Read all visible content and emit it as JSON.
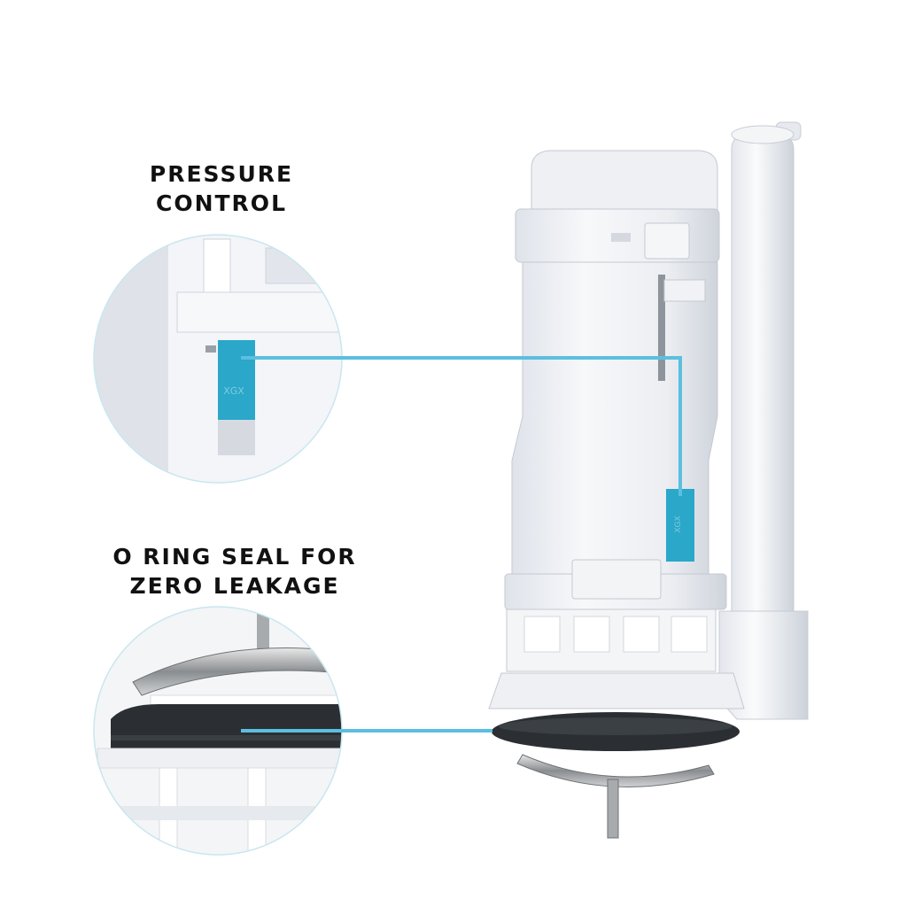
{
  "callouts": [
    {
      "id": "pressure-control",
      "lines": [
        "PRESSURE",
        "CONTROL"
      ]
    },
    {
      "id": "o-ring-seal",
      "lines": [
        "O RING SEAL FOR",
        "ZERO LEAKAGE"
      ]
    }
  ],
  "colors": {
    "leader_line": "#5bbfe0",
    "pressure_tab": "#2aa7c9",
    "o_ring": "#2b2f33",
    "plastic": "#eef0f4",
    "circle_border": "#c9e6ef"
  },
  "product": {
    "tab_marking": "XGX"
  }
}
